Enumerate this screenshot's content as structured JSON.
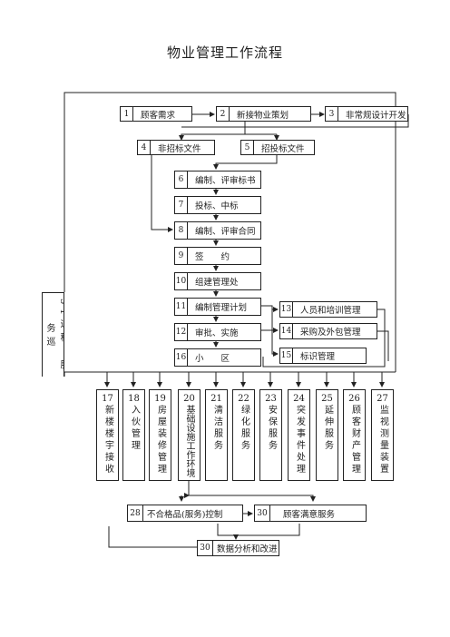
{
  "title": "物业管理工作流程",
  "nodes": {
    "n1": {
      "num": "1",
      "label": "顾客需求"
    },
    "n2": {
      "num": "2",
      "label": "新接物业策划"
    },
    "n3": {
      "num": "3",
      "label": "非常规设计开发"
    },
    "n4": {
      "num": "4",
      "label": "非招标文件"
    },
    "n5": {
      "num": "5",
      "label": "招投标文件"
    },
    "n6": {
      "num": "6",
      "label": "编制、评审标书"
    },
    "n7": {
      "num": "7",
      "label": "投标、中标"
    },
    "n8": {
      "num": "8",
      "label": "编制、评审合同"
    },
    "n9": {
      "num": "9",
      "label": "签　　约"
    },
    "n10": {
      "num": "10",
      "label": "组建管理处"
    },
    "n11": {
      "num": "11",
      "label": "编制管理计划"
    },
    "n12": {
      "num": "12",
      "label": "审批、实施"
    },
    "n16": {
      "num": "16",
      "label": "小　　区"
    },
    "n13": {
      "num": "13",
      "label": "人员和培训管理"
    },
    "n14": {
      "num": "14",
      "label": "采购及外包管理"
    },
    "n15": {
      "num": "15",
      "label": "标识管理"
    },
    "n28": {
      "num": "28",
      "label": "不合格品(服务)控制"
    },
    "n30a": {
      "num": "30",
      "label": "顾客满意服务"
    },
    "n30b": {
      "num": "30",
      "label": "数据分析和改进"
    }
  },
  "side_box": {
    "label": "31过程、服务巡"
  },
  "services": [
    {
      "num": "17",
      "label": "新楼楼宇接收"
    },
    {
      "num": "18",
      "label": "入伙管理"
    },
    {
      "num": "19",
      "label": "房屋装修管理"
    },
    {
      "num": "20",
      "label": "基础设施工作环境"
    },
    {
      "num": "21",
      "label": "清洁服务"
    },
    {
      "num": "22",
      "label": "绿化服务"
    },
    {
      "num": "23",
      "label": "安保服务"
    },
    {
      "num": "24",
      "label": "突发事件处理"
    },
    {
      "num": "25",
      "label": "延伸服务"
    },
    {
      "num": "26",
      "label": "顾客财产管理"
    },
    {
      "num": "27",
      "label": "监视测量装置"
    }
  ]
}
